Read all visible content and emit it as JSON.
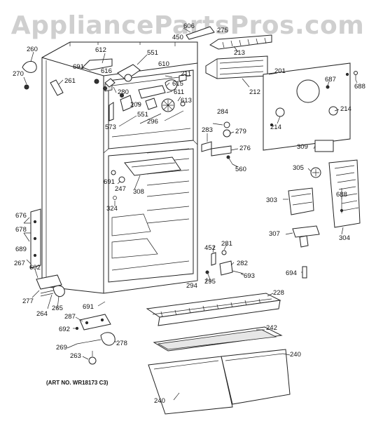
{
  "watermark": "AppliancePartsPros.com",
  "art_number": "(ART NO. WR18173 C3)",
  "labels": [
    {
      "id": "lbl-260",
      "text": "260"
    },
    {
      "id": "lbl-270",
      "text": "270"
    },
    {
      "id": "lbl-261",
      "text": "261"
    },
    {
      "id": "lbl-612",
      "text": "612"
    },
    {
      "id": "lbl-691a",
      "text": "691"
    },
    {
      "id": "lbl-616",
      "text": "616"
    },
    {
      "id": "lbl-551a",
      "text": "551"
    },
    {
      "id": "lbl-610",
      "text": "610"
    },
    {
      "id": "lbl-615",
      "text": "615"
    },
    {
      "id": "lbl-280",
      "text": "280"
    },
    {
      "id": "lbl-209",
      "text": "209"
    },
    {
      "id": "lbl-611",
      "text": "611"
    },
    {
      "id": "lbl-613",
      "text": "613"
    },
    {
      "id": "lbl-211",
      "text": "211"
    },
    {
      "id": "lbl-296",
      "text": "296"
    },
    {
      "id": "lbl-551b",
      "text": "551"
    },
    {
      "id": "lbl-573",
      "text": "573"
    },
    {
      "id": "lbl-450",
      "text": "450"
    },
    {
      "id": "lbl-606",
      "text": "606"
    },
    {
      "id": "lbl-275",
      "text": "275"
    },
    {
      "id": "lbl-213",
      "text": "213"
    },
    {
      "id": "lbl-212",
      "text": "212"
    },
    {
      "id": "lbl-201",
      "text": "201"
    },
    {
      "id": "lbl-687",
      "text": "687"
    },
    {
      "id": "lbl-688a",
      "text": "688"
    },
    {
      "id": "lbl-214a",
      "text": "214"
    },
    {
      "id": "lbl-214b",
      "text": "214"
    },
    {
      "id": "lbl-284",
      "text": "284"
    },
    {
      "id": "lbl-279",
      "text": "279"
    },
    {
      "id": "lbl-283",
      "text": "283"
    },
    {
      "id": "lbl-276",
      "text": "276"
    },
    {
      "id": "lbl-560",
      "text": "560"
    },
    {
      "id": "lbl-309",
      "text": "309"
    },
    {
      "id": "lbl-305",
      "text": "305"
    },
    {
      "id": "lbl-691b",
      "text": "691"
    },
    {
      "id": "lbl-247",
      "text": "247"
    },
    {
      "id": "lbl-308",
      "text": "308"
    },
    {
      "id": "lbl-324",
      "text": "324"
    },
    {
      "id": "lbl-303",
      "text": "303"
    },
    {
      "id": "lbl-688b",
      "text": "688"
    },
    {
      "id": "lbl-307",
      "text": "307"
    },
    {
      "id": "lbl-304",
      "text": "304"
    },
    {
      "id": "lbl-676",
      "text": "676"
    },
    {
      "id": "lbl-678",
      "text": "678"
    },
    {
      "id": "lbl-689",
      "text": "689"
    },
    {
      "id": "lbl-267",
      "text": "267"
    },
    {
      "id": "lbl-602",
      "text": "602"
    },
    {
      "id": "lbl-452",
      "text": "452"
    },
    {
      "id": "lbl-281",
      "text": "281"
    },
    {
      "id": "lbl-282",
      "text": "282"
    },
    {
      "id": "lbl-693",
      "text": "693"
    },
    {
      "id": "lbl-295",
      "text": "295"
    },
    {
      "id": "lbl-294",
      "text": "294"
    },
    {
      "id": "lbl-694",
      "text": "694"
    },
    {
      "id": "lbl-228",
      "text": "228"
    },
    {
      "id": "lbl-277",
      "text": "277"
    },
    {
      "id": "lbl-264",
      "text": "264"
    },
    {
      "id": "lbl-265",
      "text": "265"
    },
    {
      "id": "lbl-691c",
      "text": "691"
    },
    {
      "id": "lbl-287",
      "text": "287"
    },
    {
      "id": "lbl-692",
      "text": "692"
    },
    {
      "id": "lbl-269",
      "text": "269"
    },
    {
      "id": "lbl-278",
      "text": "278"
    },
    {
      "id": "lbl-263",
      "text": "263"
    },
    {
      "id": "lbl-242",
      "text": "242"
    },
    {
      "id": "lbl-240a",
      "text": "240"
    },
    {
      "id": "lbl-240b",
      "text": "240"
    }
  ]
}
